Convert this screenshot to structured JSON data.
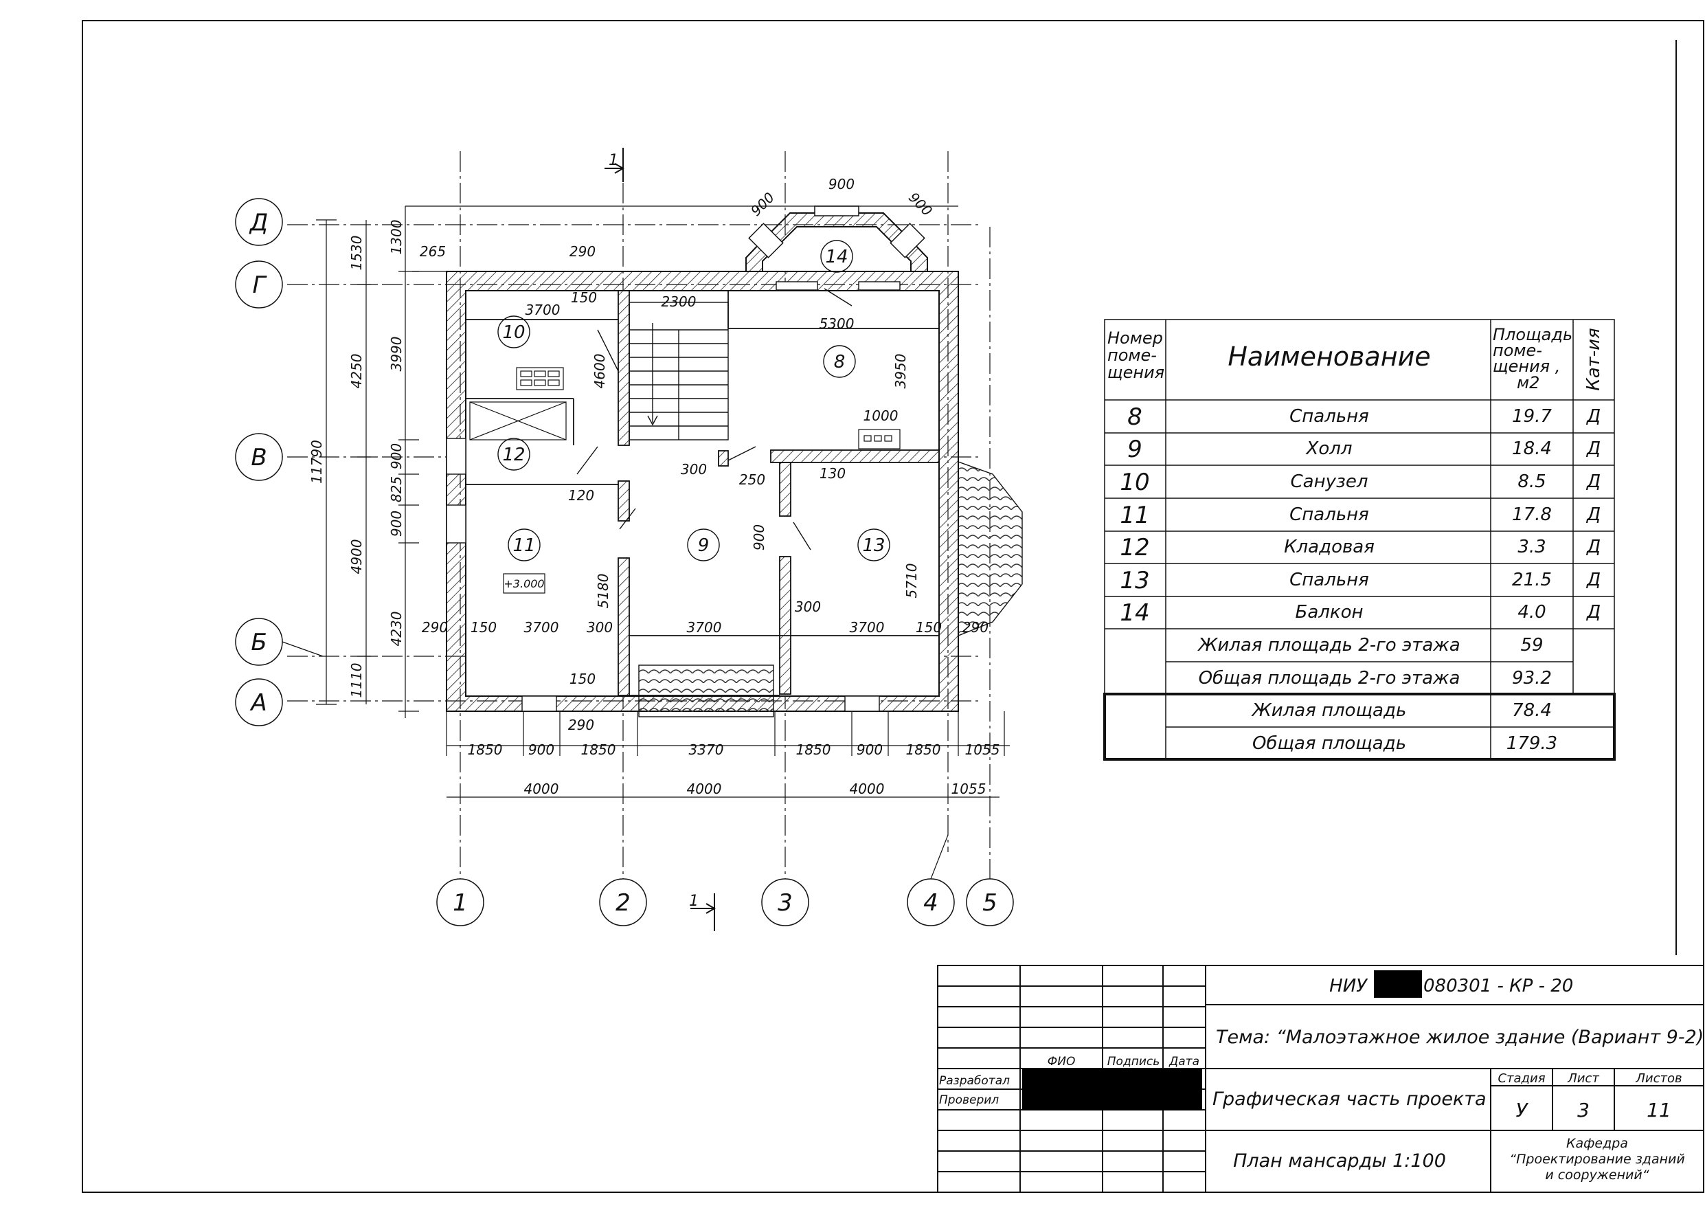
{
  "axes": {
    "letters": [
      "Д",
      "Г",
      "В",
      "Б",
      "А"
    ],
    "numbers": [
      "1",
      "2",
      "3",
      "4",
      "5"
    ]
  },
  "section_mark": "1",
  "rooms_on_plan": [
    "10",
    "8",
    "14",
    "12",
    "11",
    "9",
    "13"
  ],
  "level_mark": "+3.000",
  "dimensions": {
    "left_overall": "11790",
    "left_chain": [
      "1530",
      "4250",
      "4900",
      "1110"
    ],
    "left_inner": [
      "1300",
      "3990",
      "900",
      "825",
      "900",
      "4230"
    ],
    "bottom_row1": [
      "1850",
      "900",
      "1850",
      "3370",
      "1850",
      "900",
      "1850",
      "1055"
    ],
    "bottom_row2": [
      "4000",
      "4000",
      "4000",
      "1055"
    ],
    "bay": [
      "900",
      "900",
      "900"
    ],
    "top": [
      "265",
      "290"
    ],
    "interior": [
      "3700",
      "150",
      "2300",
      "5300",
      "4600",
      "3950",
      "1000",
      "120",
      "300",
      "250",
      "130",
      "900",
      "5180",
      "5710",
      "300",
      "290",
      "150",
      "3700",
      "300",
      "3700",
      "3700",
      "150",
      "290",
      "150",
      "290"
    ]
  },
  "explication": {
    "headers": {
      "num": [
        "Номер",
        "поме-",
        "щения"
      ],
      "name": "Наименование",
      "area": [
        "Площадь",
        "поме-",
        "щения ,",
        "м2"
      ],
      "cat": "Кат-ия"
    },
    "rows": [
      {
        "num": "8",
        "name": "Спальня",
        "area": "19.7",
        "cat": "Д"
      },
      {
        "num": "9",
        "name": "Холл",
        "area": "18.4",
        "cat": "Д"
      },
      {
        "num": "10",
        "name": "Санузел",
        "area": "8.5",
        "cat": "Д"
      },
      {
        "num": "11",
        "name": "Спальня",
        "area": "17.8",
        "cat": "Д"
      },
      {
        "num": "12",
        "name": "Кладовая",
        "area": "3.3",
        "cat": "Д"
      },
      {
        "num": "13",
        "name": "Спальня",
        "area": "21.5",
        "cat": "Д"
      },
      {
        "num": "14",
        "name": "Балкон",
        "area": "4.0",
        "cat": "Д"
      }
    ],
    "totals": [
      {
        "name": "Жилая площадь 2-го этажа",
        "area": "59"
      },
      {
        "name": "Общая площадь 2-го этажа",
        "area": "93.2"
      },
      {
        "name": "Жилая площадь",
        "area": "78.4"
      },
      {
        "name": "Общая площадь",
        "area": "179.3"
      }
    ]
  },
  "title_block": {
    "code_prefix": "НИУ",
    "code_suffix": "080301 - КР - 20",
    "theme": "Тема: “Малоэтажное жилое здание (Вариант 9-2)“",
    "col_fio": "ФИО",
    "col_sign": "Подпись",
    "col_date": "Дата",
    "role_dev": "Разработал",
    "role_chk": "Проверил",
    "part": "Графическая часть проекта",
    "stage_label": "Стадия",
    "sheet_label": "Лист",
    "sheets_label": "Листов",
    "stage": "У",
    "sheet": "3",
    "sheets": "11",
    "drawing": "План мансарды 1:100",
    "dept": [
      "Кафедра",
      "“Проектирование зданий",
      "и сооружений“"
    ]
  }
}
